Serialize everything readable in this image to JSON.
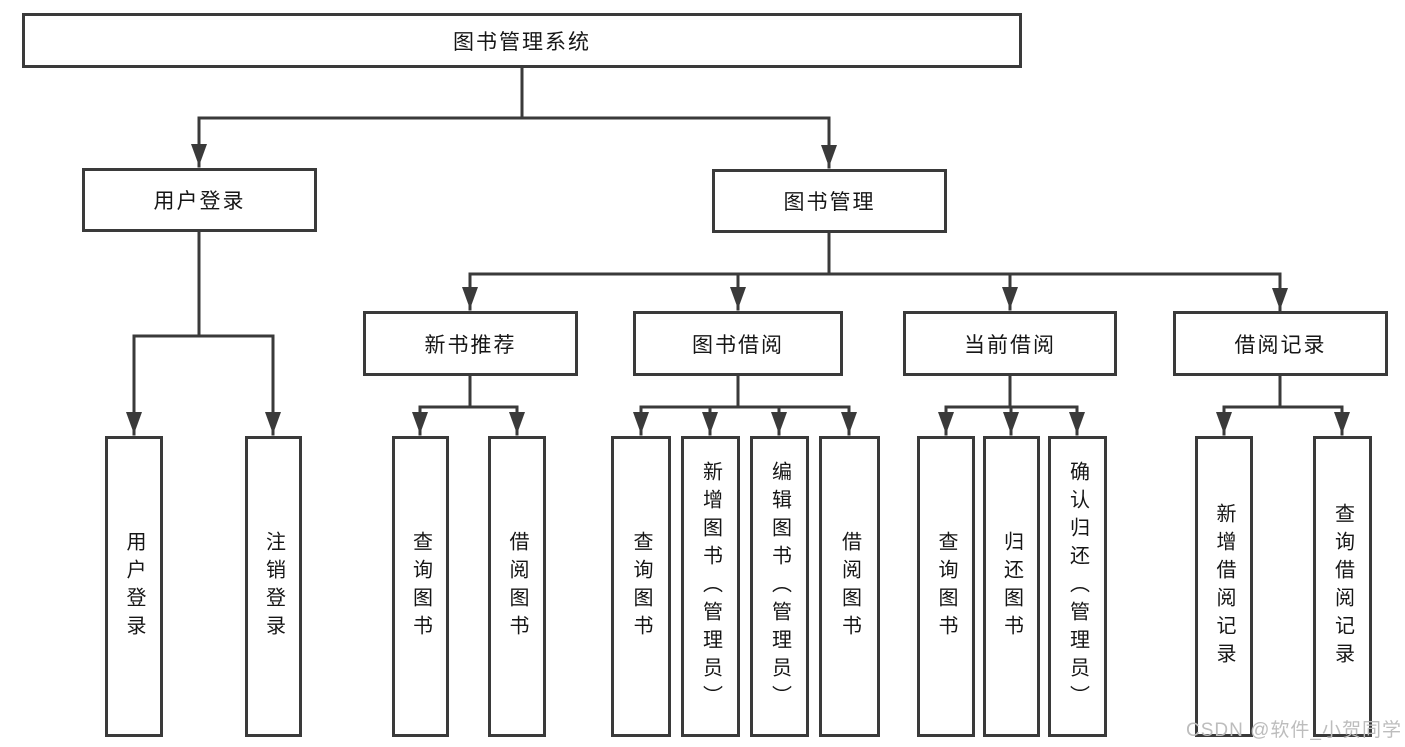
{
  "diagram": {
    "type": "functional-structure-tree",
    "tree": {
      "root": "图书管理系统",
      "children": [
        {
          "label": "用户登录",
          "children": [
            "用户登录",
            "注销登录"
          ]
        },
        {
          "label": "图书管理",
          "children": [
            {
              "label": "新书推荐",
              "children": [
                "查询图书",
                "借阅图书"
              ]
            },
            {
              "label": "图书借阅",
              "children": [
                "查询图书",
                "新增图书（管理员）",
                "编辑图书（管理员）",
                "借阅图书"
              ]
            },
            {
              "label": "当前借阅",
              "children": [
                "查询图书",
                "归还图书",
                "确认归还（管理员）"
              ]
            },
            {
              "label": "借阅记录",
              "children": [
                "新增借阅记录",
                "查询借阅记录"
              ]
            }
          ]
        }
      ]
    },
    "colors": {
      "line": "#3a3a3a",
      "text": "#161616",
      "background": "#ffffff",
      "watermark": "#bdbdbd"
    }
  },
  "watermark": {
    "text": "CSDN @软件_小贺同学"
  }
}
